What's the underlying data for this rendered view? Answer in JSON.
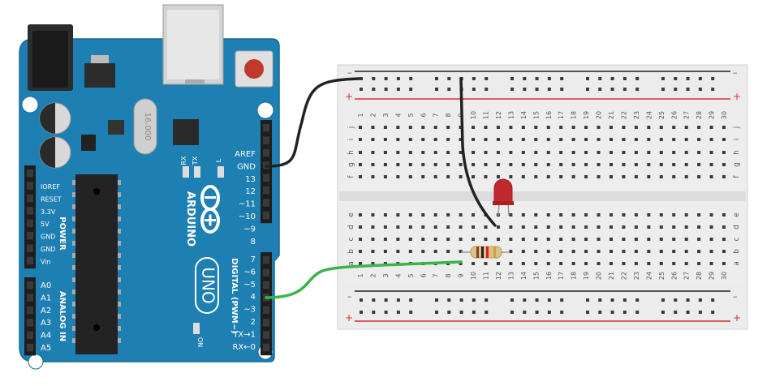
{
  "arduino": {
    "brand": "ARDUINO",
    "model": "UNO",
    "crystal": "16.000",
    "labels": {
      "rx": "RX",
      "tx": "TX",
      "l": "L",
      "on": "ON",
      "digital": "DIGITAL (PWM~)",
      "power": "POWER",
      "analog": "ANALOG IN"
    },
    "top_header_pins": [
      "AREF",
      "GND",
      "13",
      "12",
      "~11",
      "~10",
      "~9",
      "8"
    ],
    "bottom_header_pins": [
      "7",
      "~6",
      "~5",
      "4",
      "~3",
      "2",
      "TX→1",
      "RX←0"
    ],
    "power_pins": [
      "IOREF",
      "RESET",
      "3.3V",
      "5V",
      "GND",
      "GND",
      "Vin"
    ],
    "analog_pins": [
      "A0",
      "A1",
      "A2",
      "A3",
      "A4",
      "A5"
    ]
  },
  "breadboard": {
    "columns": [
      "1",
      "2",
      "3",
      "4",
      "5",
      "6",
      "7",
      "8",
      "9",
      "10",
      "11",
      "12",
      "13",
      "14",
      "15",
      "16",
      "17",
      "18",
      "19",
      "20",
      "21",
      "22",
      "23",
      "24",
      "25",
      "26",
      "27",
      "28",
      "29",
      "30"
    ],
    "rows_top": [
      "j",
      "i",
      "h",
      "g",
      "f"
    ],
    "rows_bottom": [
      "e",
      "d",
      "c",
      "b",
      "a"
    ],
    "rail_minus": "–",
    "rail_plus": "+"
  },
  "components": {
    "led_color": "#c0282d",
    "resistor_color": "#e0c08a",
    "wire_gnd_color": "#333333",
    "wire_signal_color": "#3bb54a"
  }
}
